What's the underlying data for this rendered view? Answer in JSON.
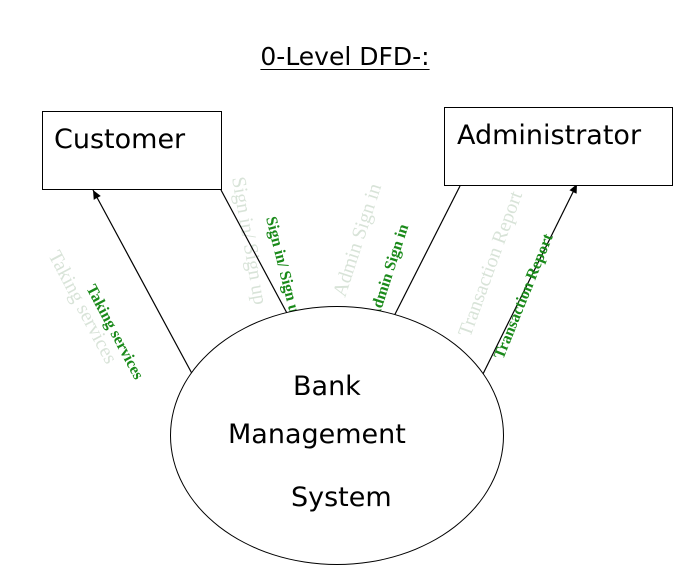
{
  "title": "0-Level DFD-:",
  "entities": {
    "customer": "Customer",
    "administrator": "Administrator"
  },
  "process": {
    "line1": "Bank",
    "line2": "Management",
    "line3": "System"
  },
  "flows": {
    "taking_services": "Taking services",
    "sign_in_sign_up": "Sign in/ Sign up",
    "admin_sign_in": "Admin Sign in",
    "transaction_report": "Transaction Report"
  },
  "colors": {
    "flow_label": "#1a8a1a",
    "flow_label_shadow": "#c8d8c8"
  }
}
